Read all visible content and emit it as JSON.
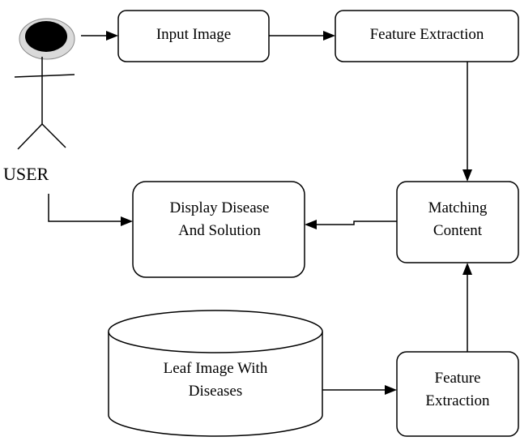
{
  "actor": {
    "label": "USER"
  },
  "nodes": {
    "input_image": {
      "label": "Input Image"
    },
    "feature_extraction_top": {
      "label": "Feature Extraction"
    },
    "matching_content": {
      "label_line1": "Matching",
      "label_line2": "Content"
    },
    "display": {
      "label_line1": "Display Disease",
      "label_line2": "And Solution"
    },
    "database": {
      "label_line1": "Leaf Image With",
      "label_line2": "Diseases"
    },
    "feature_extraction_bottom": {
      "label_line1": "Feature",
      "label_line2": "Extraction"
    }
  }
}
